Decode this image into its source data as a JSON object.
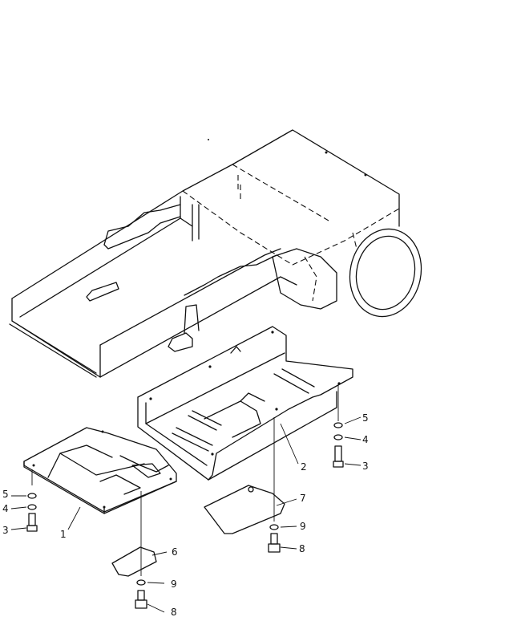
{
  "diagram": {
    "type": "exploded parts diagram",
    "callouts": {
      "guard_left": "1",
      "guard_right": "2",
      "bolt_right": "3",
      "washer4_right": "4",
      "washer5_right": "5",
      "washer5_left": "5",
      "washer4_left": "4",
      "bolt_left": "3",
      "cover_right": "7",
      "washer9_right": "9",
      "bolt8_right": "8",
      "cover_left": "6",
      "washer9_left": "9",
      "bolt8_left": "8"
    }
  }
}
